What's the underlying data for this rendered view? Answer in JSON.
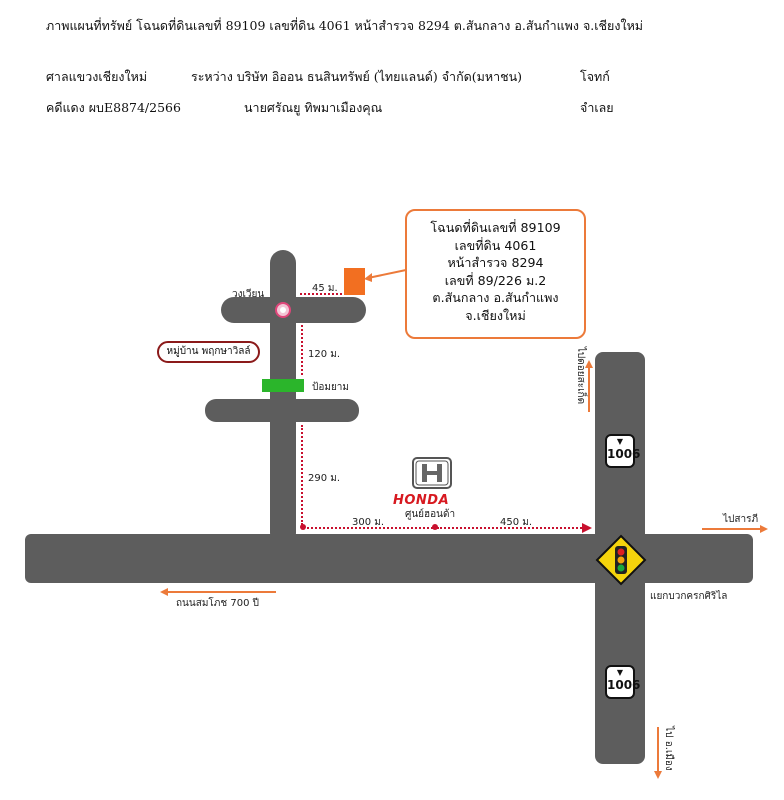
{
  "header": {
    "title": "ภาพแผนที่ทรัพย์   โฉนดที่ดินเลขที่ 89109 เลขที่ดิน 4061 หน้าสำรวจ 8294 ต.สันกลาง อ.สันกำแพง จ.เชียงใหม่",
    "court": "ศาลแขวงเชียงใหม่",
    "between": "ระหว่าง  บริษัท อิออน ธนสินทรัพย์ (ไทยแลนด์) จำกัด(มหาชน)",
    "plaintiff_role": "โจทก์",
    "case_no": "คดีแดง ผบE8874/2566",
    "defendant": "นายศรัณยู ทิพมาเมืองคุณ",
    "defendant_role": "จำเลย"
  },
  "map": {
    "callout_lines": [
      "โฉนดที่ดินเลขที่ 89109",
      "เลขที่ดิน 4061",
      "หน้าสำรวจ 8294",
      "เลขที่ 89/226 ม.2",
      "ต.สันกลาง อ.สันกำแพง",
      "จ.เชียงใหม่"
    ],
    "roundabout_label": "วงเวียน",
    "village_label": "หมู่บ้าน พฤกษาวิลล์",
    "police_box_label": "ป้อมยาม",
    "dist_45": "45 ม.",
    "dist_120": "120 ม.",
    "dist_290": "290 ม.",
    "dist_300": "300 ม.",
    "dist_450": "450 ม.",
    "honda_brand": "HONDA",
    "honda_label": "ศูนย์ฮอนด้า",
    "to_north": "ไปดอยสะเก็ด",
    "to_east": "ไปสารภี",
    "to_south": "ไป อ.เมือง",
    "to_west": "ถนนสมโภช 700 ปี",
    "intersection_label": "แยกบวกครกศิริไล",
    "route_number_north": "1006",
    "route_number_south": "1006",
    "colors": {
      "road": "#5d5d5d",
      "marker": "#f26f21",
      "callout_border": "#ec7a3a",
      "distance_line": "#c8102e",
      "police_box": "#2bb52b",
      "village_border": "#8b1a1a",
      "traffic_sign": "#f5d40c"
    }
  }
}
